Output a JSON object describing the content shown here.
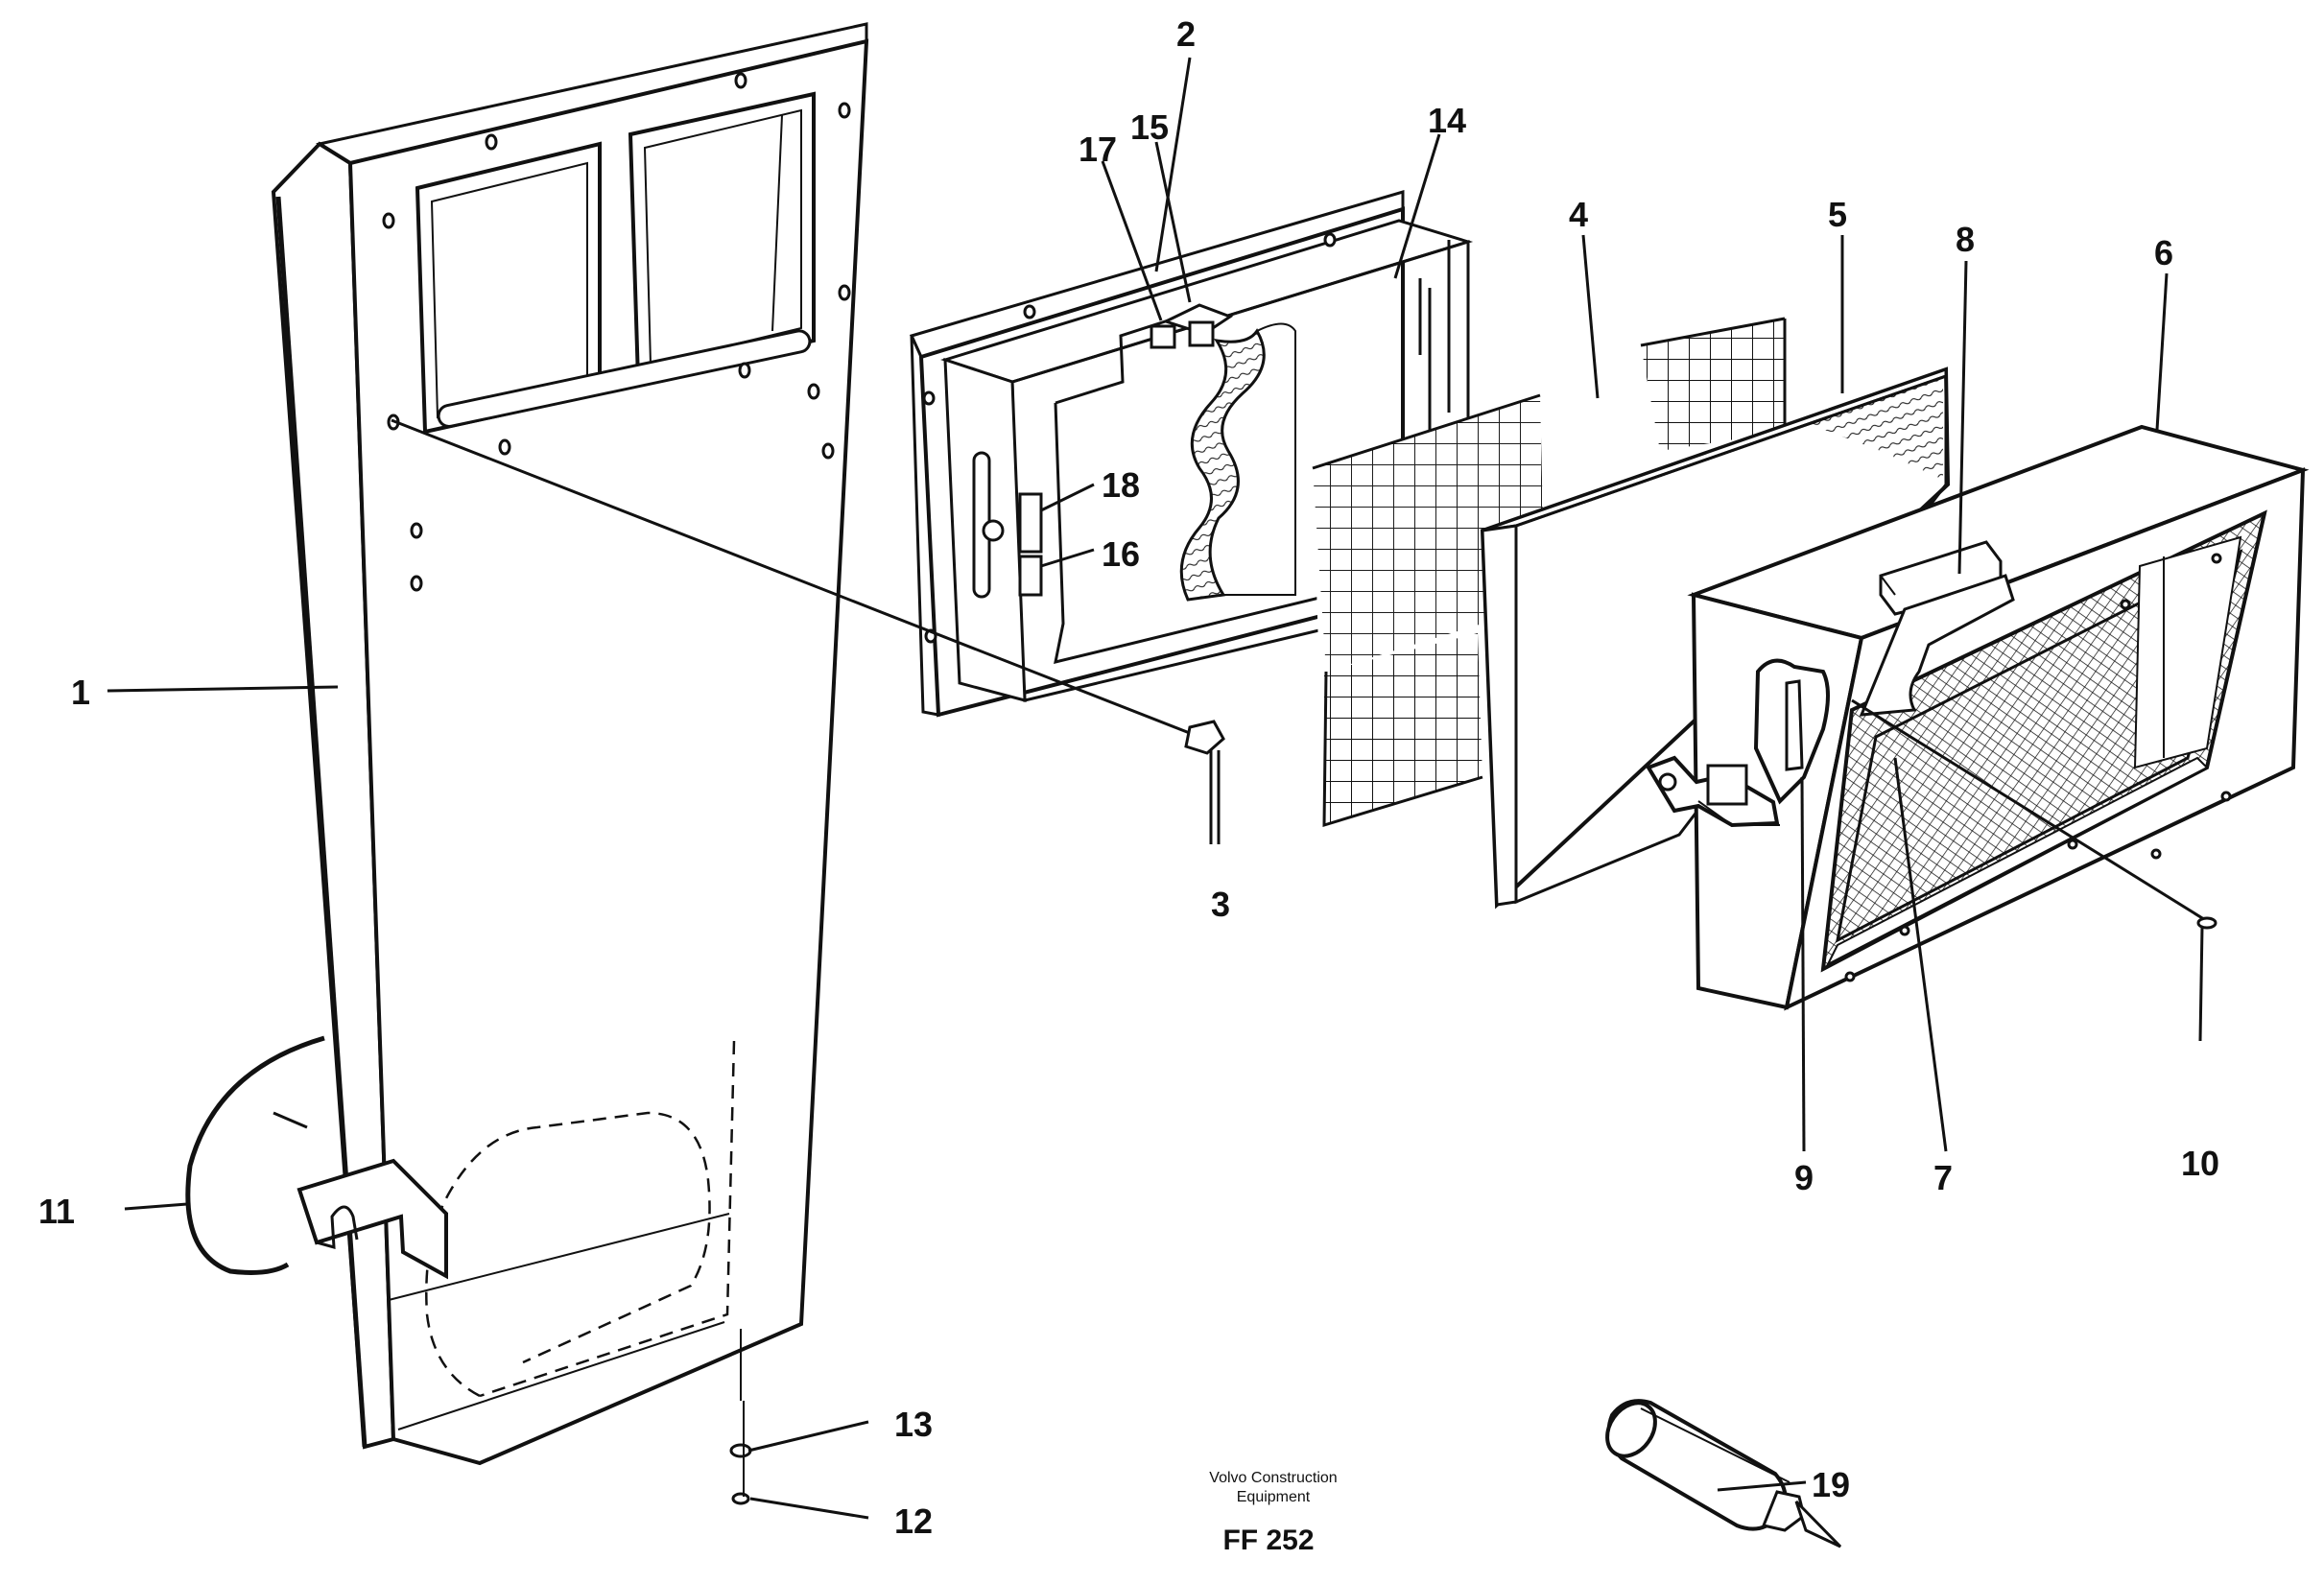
{
  "callouts": {
    "c1": "1",
    "c2": "2",
    "c3": "3",
    "c4": "4",
    "c5": "5",
    "c6": "6",
    "c7": "7",
    "c8": "8",
    "c9": "9",
    "c10": "10",
    "c11": "11",
    "c12": "12",
    "c13": "13",
    "c14": "14",
    "c15": "15",
    "c16": "16",
    "c17": "17",
    "c18": "18",
    "c19": "19"
  },
  "caption": {
    "line1": "Volvo Construction",
    "line2": "Equipment",
    "code": "FF 252"
  }
}
